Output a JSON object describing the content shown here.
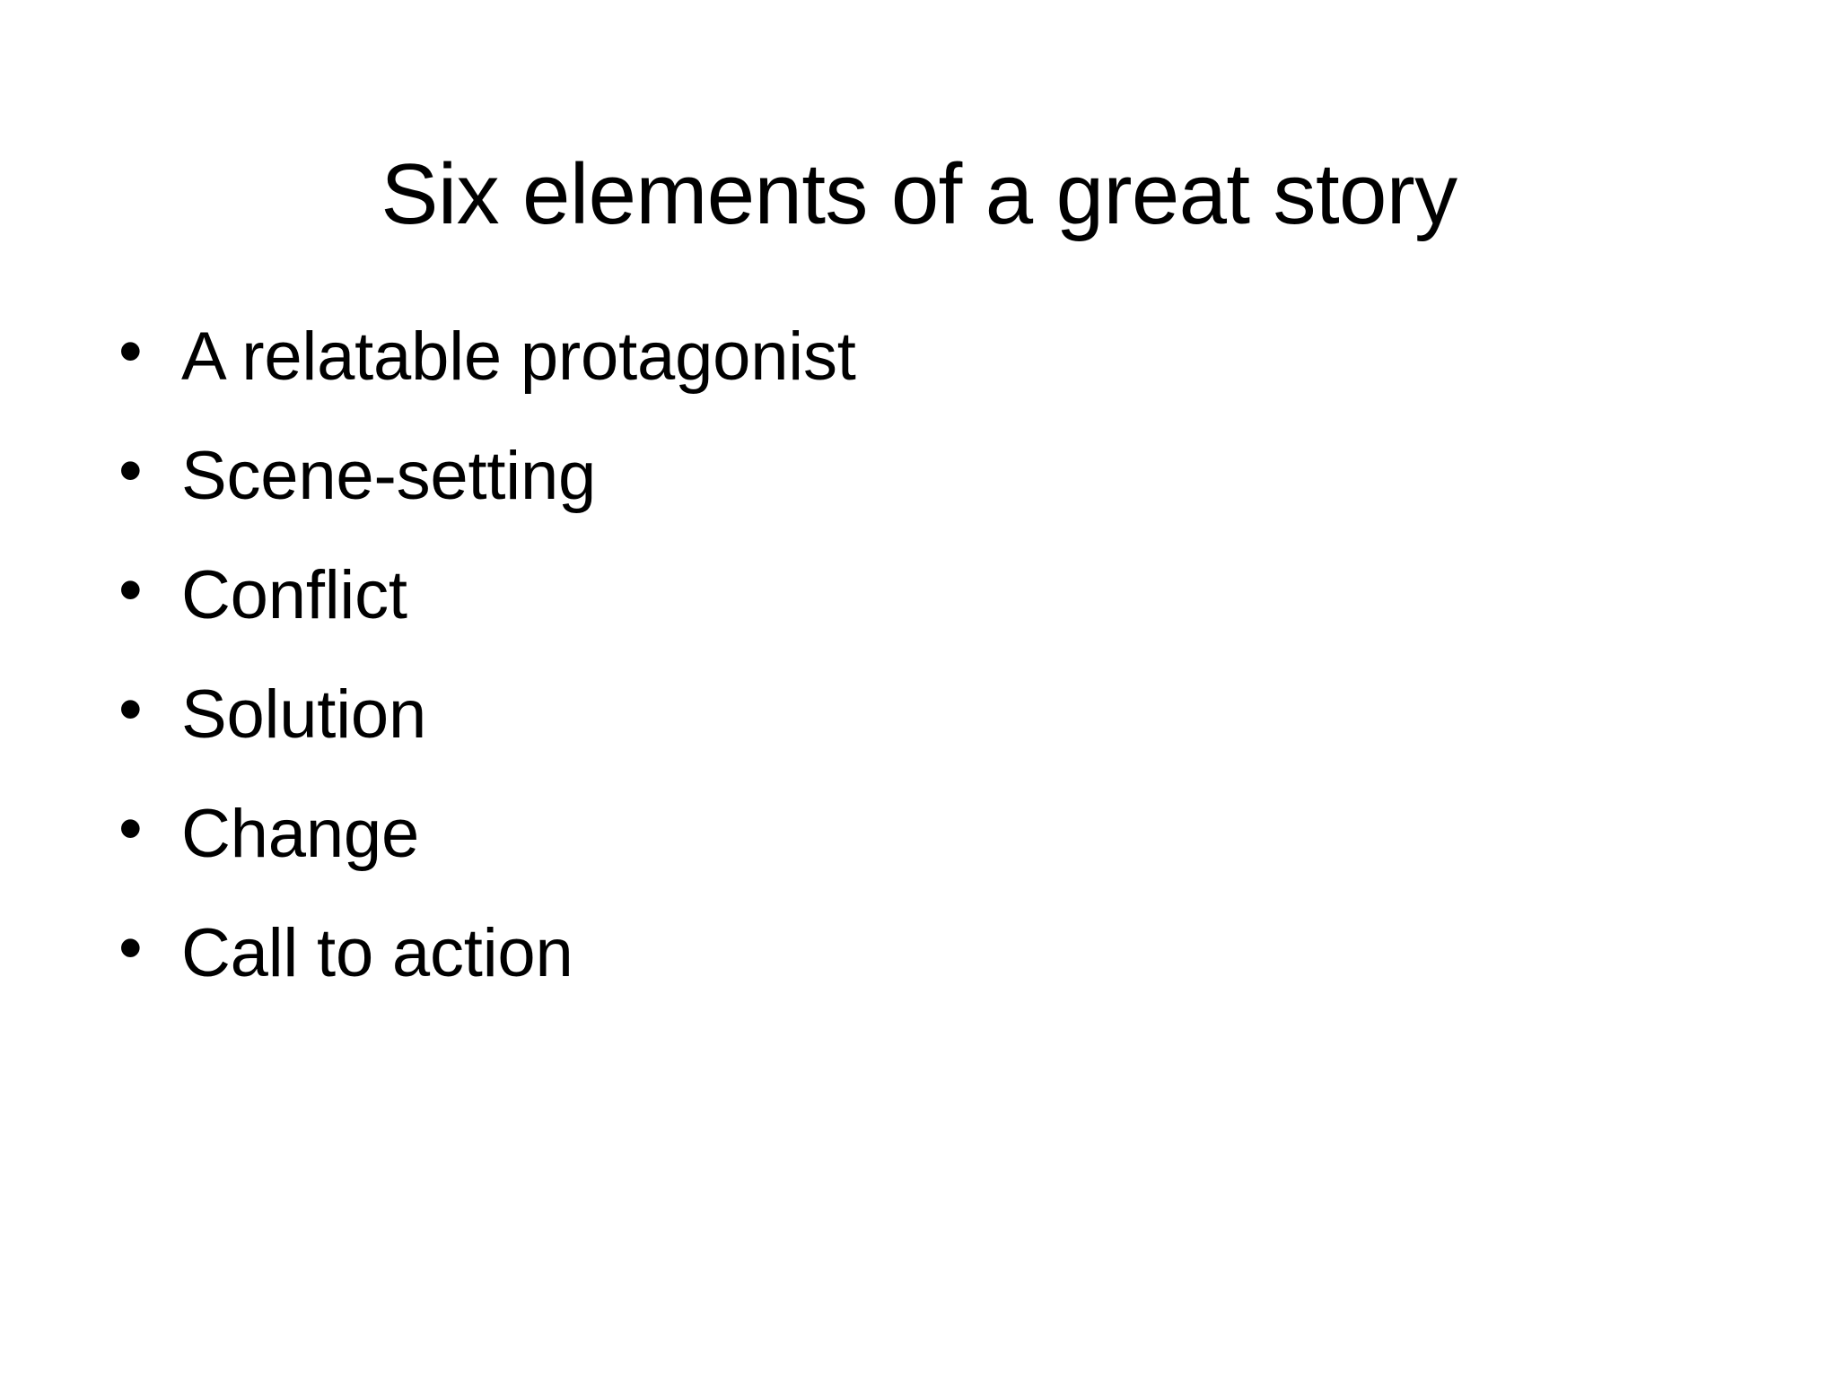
{
  "slide": {
    "title": "Six elements of a great story",
    "background_color": "#ffffff",
    "text_color": "#000000",
    "bullet_glyph": "•",
    "bullets": [
      {
        "label": "A relatable protagonist"
      },
      {
        "label": "Scene-setting"
      },
      {
        "label": "Conflict"
      },
      {
        "label": "Solution"
      },
      {
        "label": "Change"
      },
      {
        "label": "Call to action"
      }
    ]
  }
}
